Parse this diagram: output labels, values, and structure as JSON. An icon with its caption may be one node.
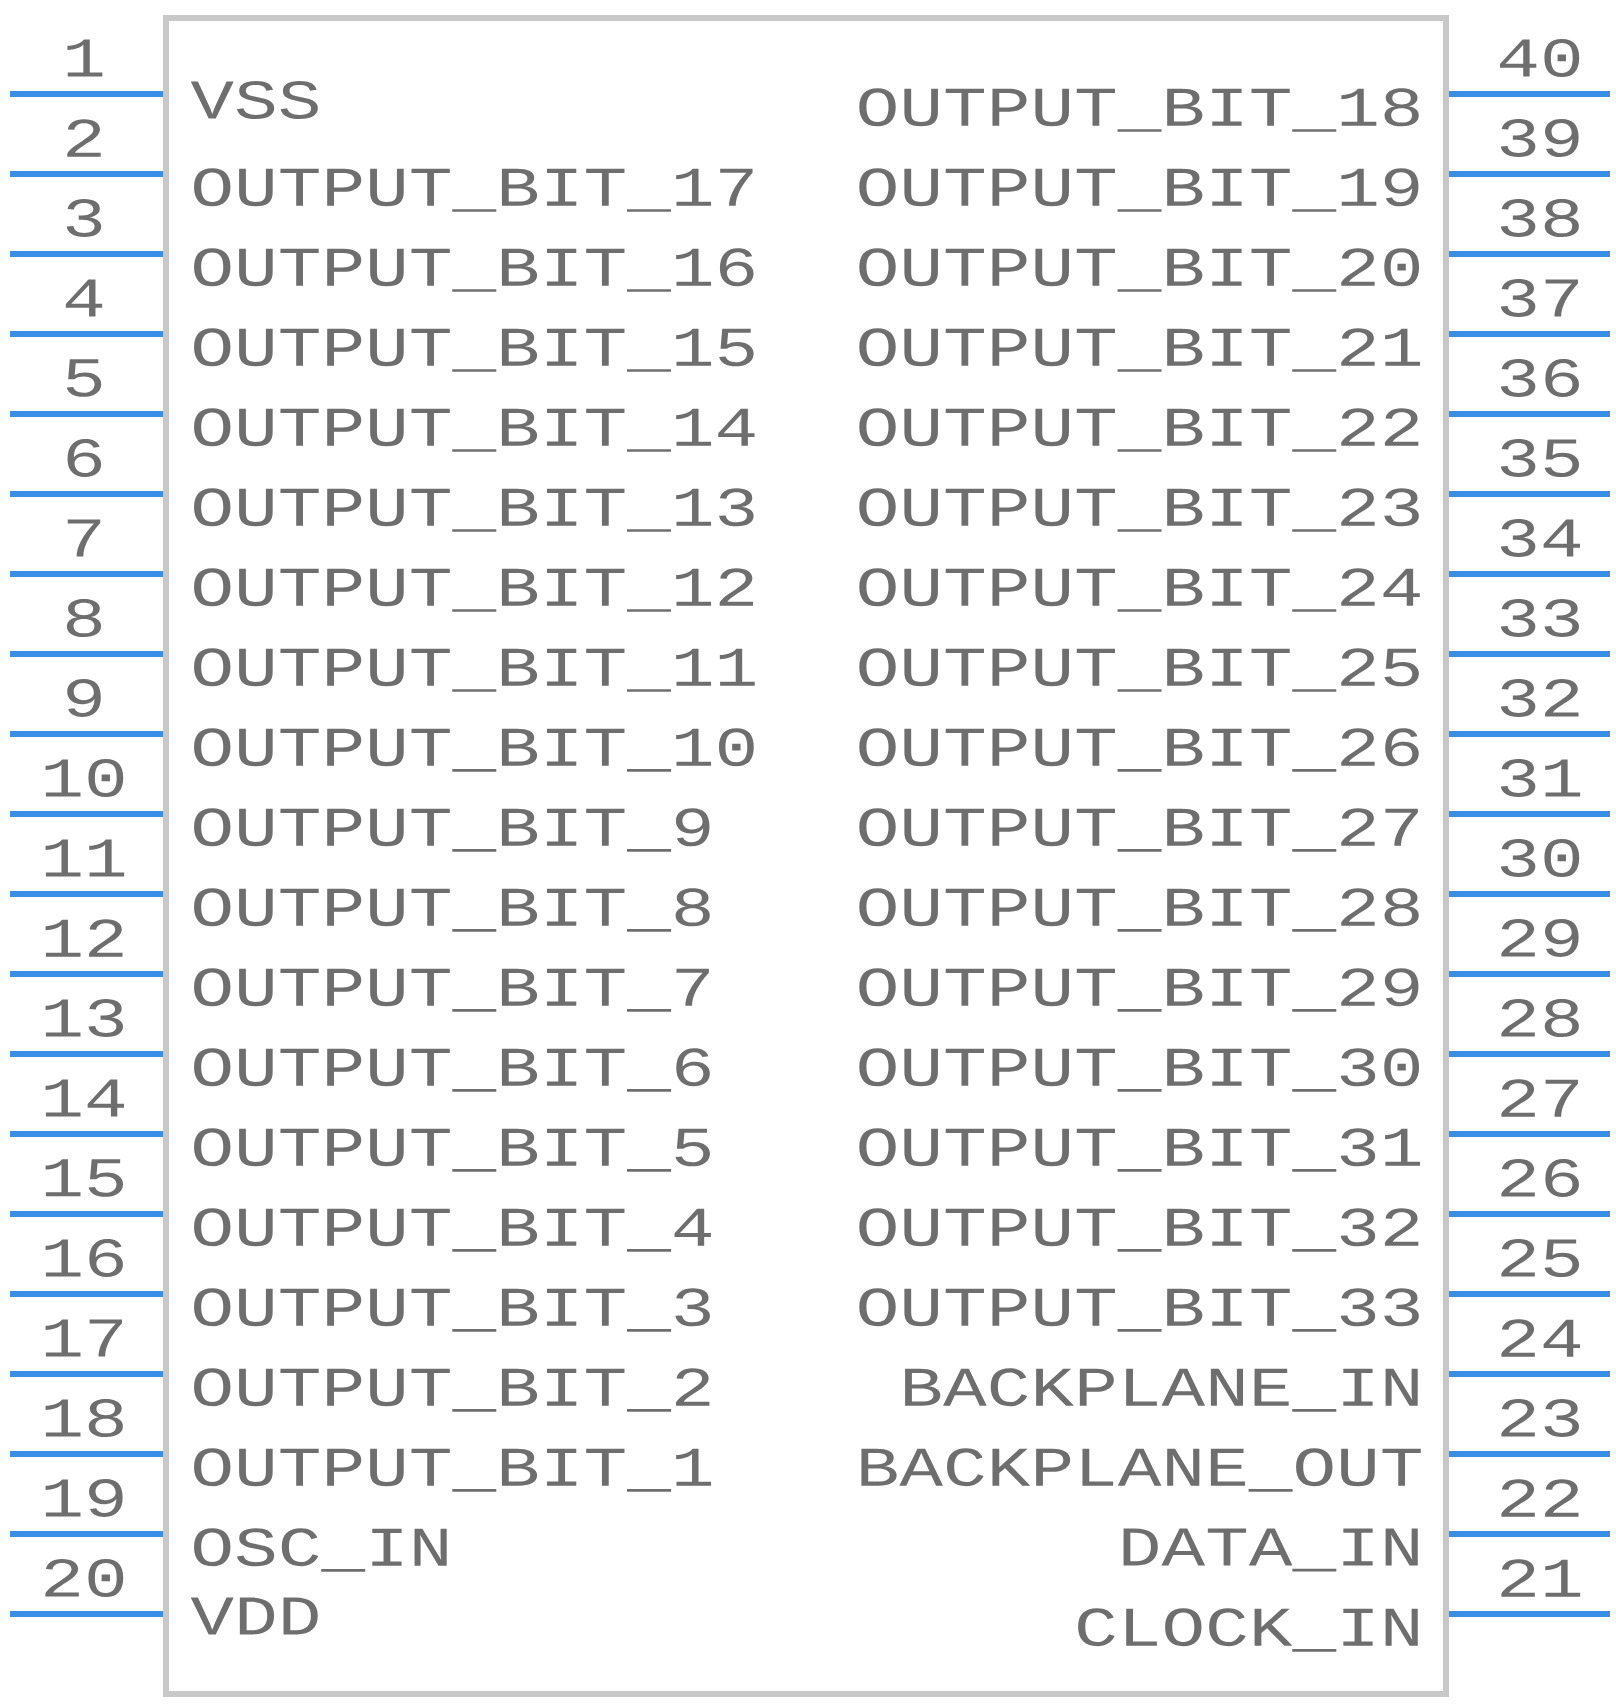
{
  "diagram": {
    "nodes": [
      {
        "text": [
          "VSS",
          "OUTPUT_BIT_17",
          "OUTPUT_BIT_16",
          "OUTPUT_BIT_15",
          "OUTPUT_BIT_14",
          "OUTPUT_BIT_13",
          "OUTPUT_BIT_12",
          "OUTPUT_BIT_11",
          "OUTPUT_BIT_10",
          "OUTPUT_BIT_9",
          "OUTPUT_BIT_8",
          "OUTPUT_BIT_7",
          "OUTPUT_BIT_6",
          "OUTPUT_BIT_5",
          "OUTPUT_BIT_4",
          "OUTPUT_BIT_3",
          "OUTPUT_BIT_2",
          "OUTPUT_BIT_1",
          "OSC_IN",
          "VDD",
          "OUTPUT_BIT_18",
          "OUTPUT_BIT_19",
          "OUTPUT_BIT_20",
          "OUTPUT_BIT_21",
          "OUTPUT_BIT_22",
          "OUTPUT_BIT_23",
          "OUTPUT_BIT_24",
          "OUTPUT_BIT_25",
          "OUTPUT_BIT_26",
          "OUTPUT_BIT_27",
          "OUTPUT_BIT_28",
          "OUTPUT_BIT_29",
          "OUTPUT_BIT_30",
          "OUTPUT_BIT_31",
          "OUTPUT_BIT_32",
          "OUTPUT_BIT_33",
          "BACKPLANE_IN",
          "BACKPLANE_OUT",
          "DATA_IN",
          "CLOCK_IN"
        ],
        "beside": [
          "1",
          "2",
          "3",
          "4",
          "5",
          "6",
          "7",
          "8",
          "9",
          "10",
          "11",
          "12",
          "13",
          "14",
          "15",
          "16",
          "17",
          "18",
          "19",
          "20",
          "40",
          "39",
          "38",
          "37",
          "36",
          "35",
          "34",
          "33",
          "32",
          "31",
          "30",
          "29",
          "28",
          "27",
          "26",
          "25",
          "24",
          "23",
          "22",
          "21"
        ]
      }
    ]
  }
}
